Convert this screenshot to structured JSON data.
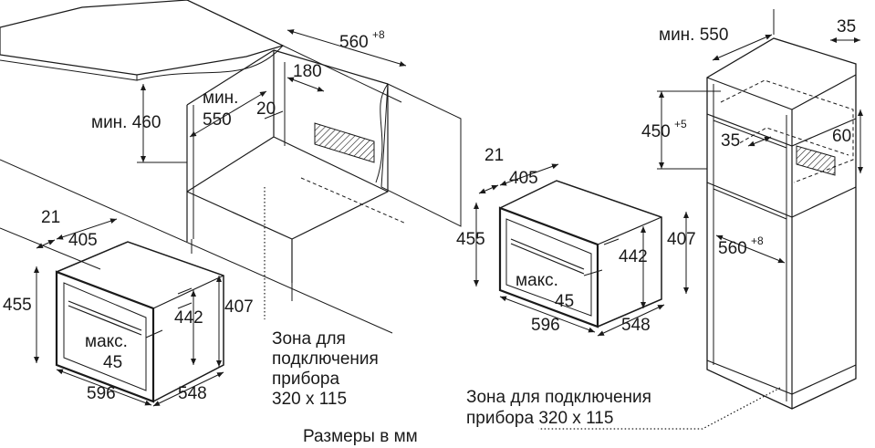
{
  "left_install": {
    "depth_label": "560",
    "depth_sup": "+8",
    "width_label": "180",
    "min_height_label": "мин. 460",
    "min_width_label_1": "мин.",
    "min_width_label_2": "550",
    "gap_label": "20"
  },
  "left_appliance": {
    "dim_21": "21",
    "dim_405": "405",
    "dim_455": "455",
    "dim_442": "442",
    "dim_407": "407",
    "max_label_1": "макс.",
    "max_label_2": "45",
    "dim_596": "596",
    "dim_548": "548"
  },
  "connection_zone_left": {
    "line1": "Зона для",
    "line2": "подключения",
    "line3": "прибора",
    "line4": "320 x 115"
  },
  "right_appliance": {
    "dim_21": "21",
    "dim_405": "405",
    "dim_455": "455",
    "dim_442": "442",
    "dim_407": "407",
    "max_label_1": "макс.",
    "max_label_2": "45",
    "dim_596": "596",
    "dim_548": "548"
  },
  "right_install": {
    "min_width_label": "мин. 550",
    "dim_35_top": "35",
    "height_label": "450",
    "height_sup": "+5",
    "dim_35": "35",
    "dim_60": "60",
    "depth_label": "560",
    "depth_sup": "+8"
  },
  "connection_zone_right": {
    "line1": "Зона для подключения",
    "line2": "прибора 320 x 115"
  },
  "units_note": "Размеры в мм"
}
